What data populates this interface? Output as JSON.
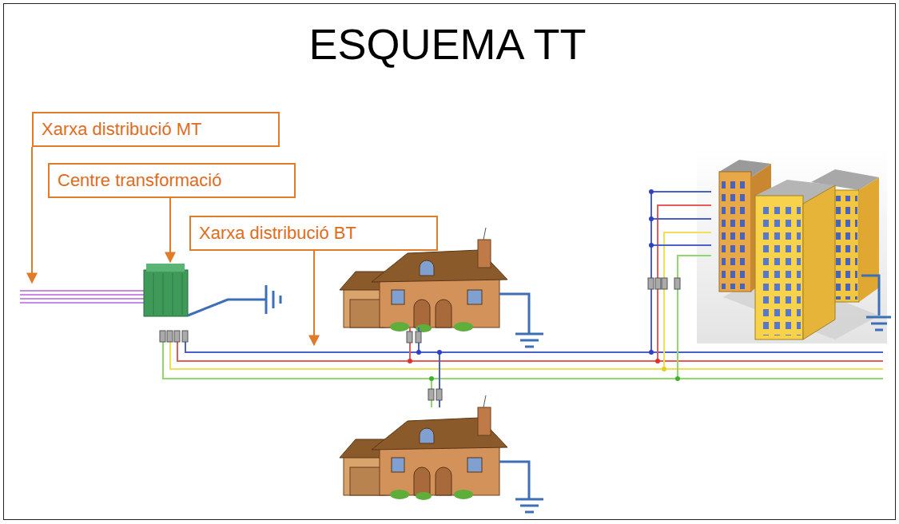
{
  "diagram": {
    "title": "ESQUEMA TT",
    "nodes": [
      {
        "text": [
          "Xarxa distribució MT"
        ]
      },
      {
        "text": [
          "Centre transformació"
        ]
      },
      {
        "text": [
          "Xarxa distribució BT"
        ]
      }
    ]
  }
}
